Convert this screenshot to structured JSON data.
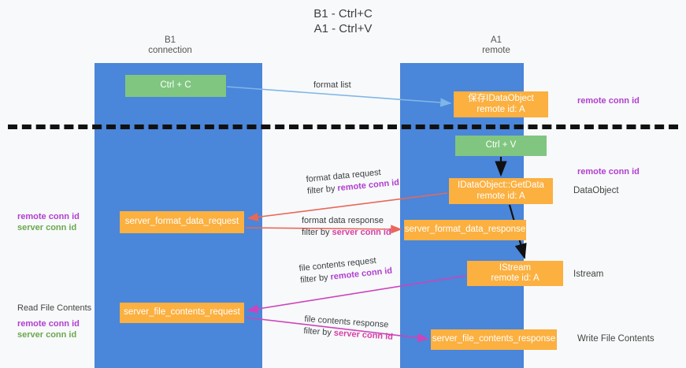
{
  "title": {
    "line1": "B1 - Ctrl+C",
    "line2": "A1 - Ctrl+V"
  },
  "columns": [
    {
      "id": "b1",
      "line1": "B1",
      "line2": "connection"
    },
    {
      "id": "a1",
      "line1": "A1",
      "line2": "remote"
    }
  ],
  "nodes": {
    "ctrl_c": {
      "line1": "Ctrl + C",
      "line2": ""
    },
    "save_idataobject": {
      "line1": "保存IDataObject",
      "line2": "remote id: A"
    },
    "ctrl_v": {
      "line1": "Ctrl + V",
      "line2": ""
    },
    "getdata": {
      "line1": "IDataObject::GetData",
      "line2": "remote id: A"
    },
    "server_format_data_request": {
      "line1": "server_format_data_request",
      "line2": ""
    },
    "server_format_data_response": {
      "line1": "server_format_data_response",
      "line2": ""
    },
    "istream": {
      "line1": "IStream",
      "line2": "remote id: A"
    },
    "server_file_contents_request": {
      "line1": "server_file_contents_request",
      "line2": ""
    },
    "server_file_contents_response": {
      "line1": "server_file_contents_response",
      "line2": ""
    }
  },
  "edges": {
    "format_list": {
      "line1": "format list",
      "line2": "",
      "emphasis": ""
    },
    "format_data_request": {
      "line1": "format data request",
      "line2_prefix": "filter by ",
      "line2_emphasis": "remote conn id"
    },
    "format_data_response": {
      "line1": "format data response",
      "line2_prefix": "filter by ",
      "line2_emphasis": "server conn id"
    },
    "file_contents_request": {
      "line1": "file contents request",
      "line2_prefix": "filter by ",
      "line2_emphasis": "remote conn id"
    },
    "file_contents_response": {
      "line1": "file contents response",
      "line2_prefix": "filter by ",
      "line2_emphasis": "server conn id"
    }
  },
  "annotations": {
    "right_remote_conn_id_top": "remote conn id",
    "right_remote_conn_id_mid": "remote conn id",
    "right_dataobject": "DataObject",
    "right_istream": "Istream",
    "right_write_file_contents": "Write File Contents",
    "left_remote_conn_id": "remote conn id",
    "left_server_conn_id": "server conn id",
    "left_read_file_contents": "Read File Contents",
    "left_remote_conn_id_2": "remote conn id",
    "left_server_conn_id_2": "server conn id"
  },
  "colors": {
    "lane": "#4a86d9",
    "green_node": "#80c680",
    "orange_node": "#fbb040",
    "purple": "#b03fd0",
    "green_text": "#6aa84f",
    "pink": "#d63fa8",
    "red_arrow": "#e8675a",
    "blue_arrow": "#7eb6e8",
    "magenta_arrow": "#cc44bb",
    "black_arrow": "#111111"
  }
}
